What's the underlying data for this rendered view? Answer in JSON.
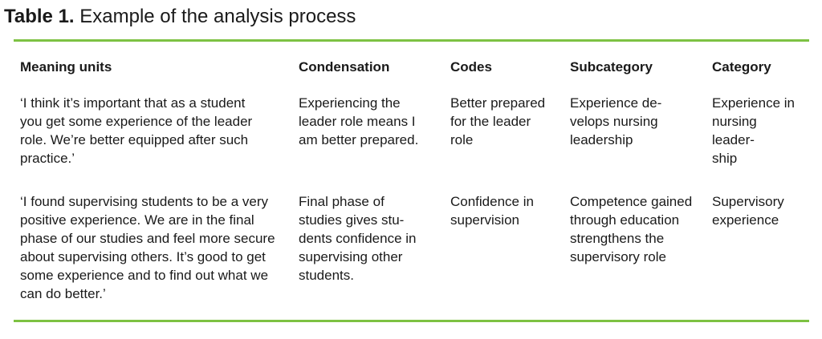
{
  "colors": {
    "accent_green": "#7DC243",
    "text": "#1A1A1A"
  },
  "caption": {
    "label": "Table 1.",
    "text": " Example of the analysis process"
  },
  "table": {
    "headers": [
      "Meaning units",
      "Condensation",
      "Codes",
      "Subcategory",
      "Category"
    ],
    "rows": [
      {
        "meaning_units": "‘I think it’s important that as a student\nyou get some experience of the leader\nrole. We’re better equipped after such\npractice.’",
        "condensation": "Experiencing the\nleader role means I\nam better prepared.",
        "codes": "Better prepared\nfor the leader\nrole",
        "subcategory": "Experience de-\nvelops nursing\nleadership",
        "category": "Experience in\nnursing leader-\nship"
      },
      {
        "meaning_units": "‘I found supervising students to be a very\npositive experience. We are in the final\nphase of our studies and feel more secure\nabout supervising others. It’s good to get\nsome experience and to find out what we\ncan do better.’",
        "condensation": "Final phase of\nstudies gives stu-\ndents confidence in\nsupervising other\nstudents.",
        "codes": "Confidence in\nsupervision",
        "subcategory": "Competence gained\nthrough education\nstrengthens the\nsupervisory role",
        "category": "Supervisory\nexperience"
      }
    ]
  }
}
